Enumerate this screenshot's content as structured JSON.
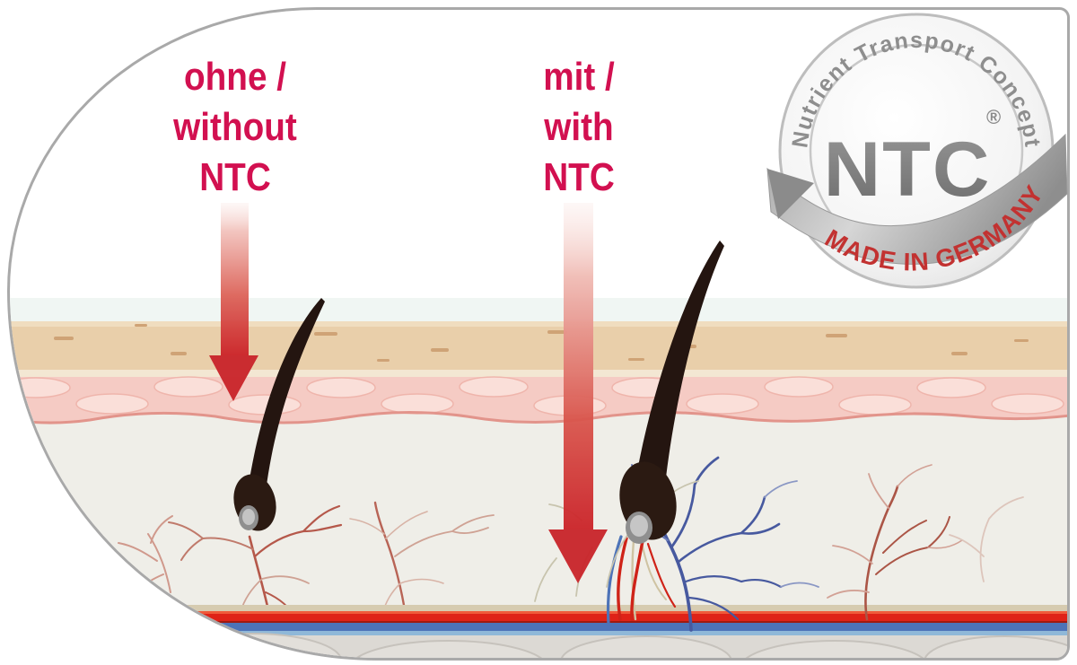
{
  "labels": {
    "left": {
      "line1": "ohne /",
      "line2": "without",
      "line3": "NTC"
    },
    "right": {
      "line1": "mit /",
      "line2": "with",
      "line3": "NTC"
    }
  },
  "badge": {
    "ring_text": "Nutrient Transport Concept",
    "center_text": "NTC",
    "registered_mark": "®",
    "ribbon_text": "MADE IN GERMANY"
  },
  "colors": {
    "label_red": "#d21050",
    "arrow_red": "#c9242a",
    "artery_red": "#df2217",
    "vein_blue": "#4d73b8",
    "frame_border": "#a9a9a9",
    "badge_ring_gray": "#8e8e8e",
    "badge_made_red": "#c23231",
    "epidermis_tan": "#e9cfaa",
    "epidermis_pink": "#f5cbc4",
    "dermis": "#efeee8",
    "subcutis_gray": "#dcd9d4"
  }
}
